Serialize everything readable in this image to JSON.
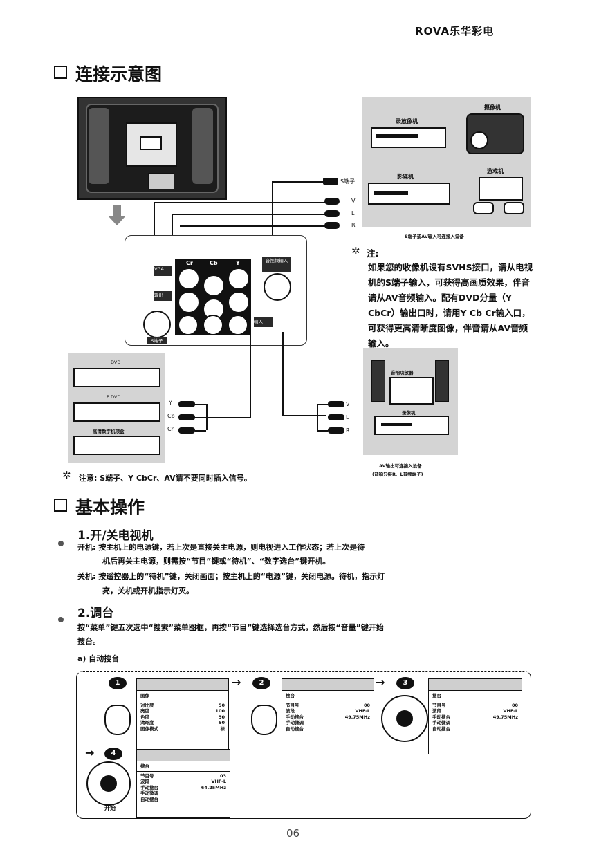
{
  "brand": "ROVA乐华彩电",
  "sections": {
    "connection_title": "连接示意图",
    "basic_title": "基本操作"
  },
  "diagram": {
    "s_terminal_label": "S端子",
    "v_label": "V",
    "l_label": "L",
    "r_label": "R",
    "source_box_caption": "S端子或AV输入可连接入设备",
    "device_vcr": "录放像机",
    "device_camcorder": "摄像机",
    "device_vcd": "影碟机",
    "device_game": "游戏机",
    "panel_cr": "Cr",
    "panel_cb": "Cb",
    "panel_y": "Y",
    "panel_vga": "VGA",
    "panel_av_in": "音视频输入",
    "panel_in": "输入",
    "panel_out": "输出",
    "panel_av_out": "输入",
    "panel_s_terminal": "S端子",
    "dvd_label": "DVD",
    "pdvd_label": "P DVD",
    "hd_player_label": "高清数字机顶盒",
    "y_label": "Y",
    "cb_label": "Cb",
    "cr_label": "Cr",
    "out_v": "V",
    "out_l": "L",
    "out_r": "R",
    "amp_label": "音响功放器",
    "recorder_label": "录像机",
    "av_out_caption_1": "AV输出可连接入设备",
    "av_out_caption_2": "(音响只接R、L音频端子)"
  },
  "note": {
    "label": "注:",
    "text": "如果您的收像机设有SVHS接口，请从电视机的S端子输入，可获得高画质效果，伴音请从AV音频输入。配有DVD分量（Y CbCr）输出口时，请用Y Cb Cr输入口，可获得更高清晰度图像，伴音请从AV音频输入。"
  },
  "warning": {
    "label": "注意:",
    "text": "S端子、Y CbCr、AV请不要同时插入信号。"
  },
  "power": {
    "title": "1.开/关电视机",
    "on_label": "开机:",
    "on_text_1": "按主机上的电源键，若上次是直接关主电源，则电视进入工作状态；若上次是待",
    "on_text_2": "机后再关主电源，则需按“节目”键或“待机”、“数字选台”键开机。",
    "off_label": "关机:",
    "off_text_1": "按遥控器上的“待机”键，关闭画面；按主机上的“电源”键，关闭电源。待机，指示灯",
    "off_text_2": "亮，关机或开机指示灯灭。"
  },
  "tuning": {
    "title": "2.调台",
    "text_1": "按“菜单”键五次选中“搜索”菜单图框，再按“节目”键选择选台方式，然后按“音量”键开始",
    "text_2": "搜台。",
    "sub": "a) 自动搜台",
    "steps": [
      "1",
      "2",
      "3",
      "4"
    ],
    "start_label": "开始",
    "menu1": {
      "title": "图像",
      "rows": [
        {
          "k": "对比度",
          "v": "50"
        },
        {
          "k": "亮度",
          "v": "100"
        },
        {
          "k": "色度",
          "v": "50"
        },
        {
          "k": "清晰度",
          "v": "50"
        },
        {
          "k": "图像模式",
          "v": "标"
        }
      ]
    },
    "menu2": {
      "title": "搜台",
      "rows": [
        {
          "k": "节目号",
          "v": "00"
        },
        {
          "k": "波段",
          "v": "VHF-L"
        },
        {
          "k": "手动搜台",
          "v": "49.75MHz"
        },
        {
          "k": "手动微调",
          "v": ""
        },
        {
          "k": "自动搜台",
          "v": ""
        }
      ]
    },
    "menu3": {
      "title": "搜台",
      "rows": [
        {
          "k": "节目号",
          "v": "00"
        },
        {
          "k": "波段",
          "v": "VHF-L"
        },
        {
          "k": "手动搜台",
          "v": "49.75MHz"
        },
        {
          "k": "手动微调",
          "v": ""
        },
        {
          "k": "自动搜台",
          "v": ""
        }
      ]
    },
    "menu4": {
      "title": "搜台",
      "rows": [
        {
          "k": "节目号",
          "v": "03"
        },
        {
          "k": "波段",
          "v": "VHF-L"
        },
        {
          "k": "手动搜台",
          "v": "64.25MHz"
        },
        {
          "k": "手动微调",
          "v": ""
        },
        {
          "k": "自动搜台",
          "v": ""
        }
      ]
    }
  },
  "page_number": "06"
}
